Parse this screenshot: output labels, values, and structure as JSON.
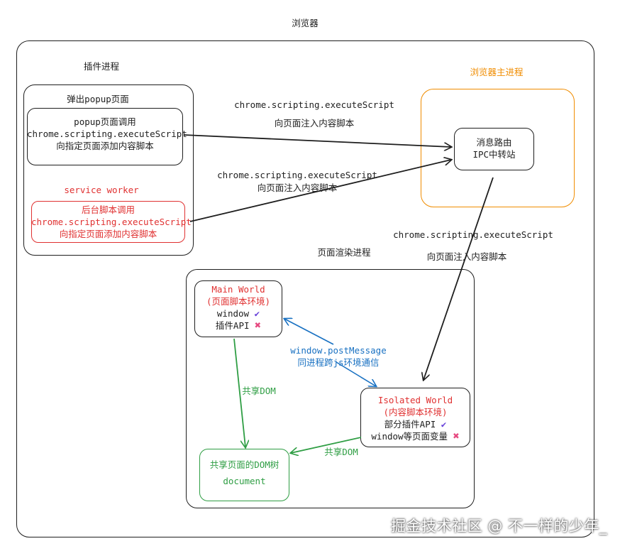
{
  "title": "浏览器",
  "extension_process": {
    "label": "插件进程",
    "popup": {
      "title": "弹出popup页面",
      "lines": [
        "popup页面调用",
        "chrome.scripting.executeScript",
        "向指定页面添加内容脚本"
      ]
    },
    "service_worker": {
      "title": "service worker",
      "lines": [
        "后台脚本调用",
        "chrome.scripting.executeScript",
        "向指定页面添加内容脚本"
      ]
    }
  },
  "browser_main": {
    "label": "浏览器主进程",
    "router_lines": [
      "消息路由",
      "IPC中转站"
    ]
  },
  "arrow_labels": {
    "popup_api": "chrome.scripting.executeScript",
    "popup_desc": "向页面注入内容脚本",
    "sw_api": "chrome.scripting.executeScript",
    "sw_desc": "向页面注入内容脚本",
    "ipc_api": "chrome.scripting.executeScript",
    "ipc_desc": "向页面注入内容脚本",
    "postmessage_api": "window.postMessage",
    "postmessage_desc": "同进程跨js环境通信",
    "main_dom": "共享DOM",
    "isolated_dom": "共享DOM"
  },
  "render_process": {
    "label": "页面渲染进程",
    "main_world": {
      "title": "Main World",
      "subtitle": "(页面脚本环境)",
      "item1": "window",
      "item2": "插件API"
    },
    "isolated_world": {
      "title": "Isolated World",
      "subtitle": "(内容脚本环境)",
      "item1": "部分插件API",
      "item2": "window等页面变量"
    },
    "dom_tree": {
      "title": "共享页面的DOM树",
      "subtitle": "document"
    }
  },
  "watermark": "掘金技术社区 @ 不一样的少年_",
  "colors": {
    "red": "#e03131",
    "blue": "#1971c2",
    "green": "#2f9e44",
    "orange": "#f08c00",
    "check": "#6741d9",
    "cross": "#e64980"
  },
  "icons": {
    "check": "check-icon",
    "cross": "cross-icon"
  }
}
